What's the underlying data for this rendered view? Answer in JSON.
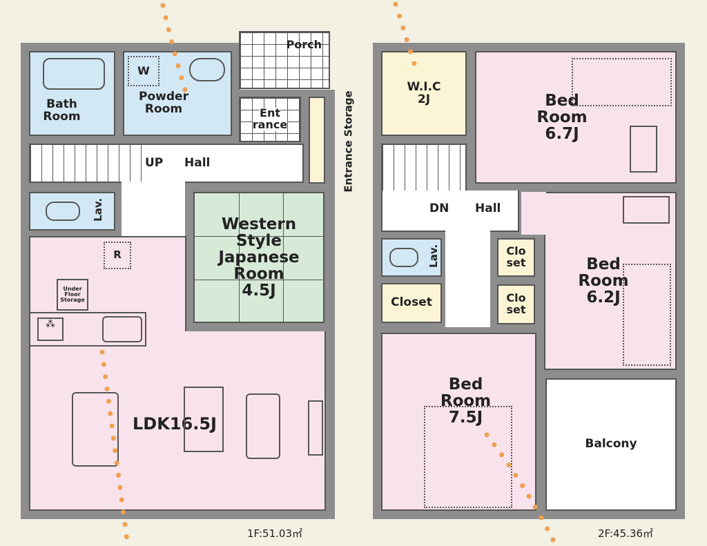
{
  "floor1": {
    "porch": "Porch",
    "entrance": [
      "Ent",
      "rance"
    ],
    "entrance_storage": "Entrance Storage",
    "bath": [
      "Bath",
      "Room"
    ],
    "powder": [
      "Powder",
      "Room"
    ],
    "washer": "W",
    "up": "UP",
    "hall": "Hall",
    "lav": "Lav.",
    "western": [
      "Western",
      "Style",
      "Japanese",
      "Room",
      "4.5J"
    ],
    "fridge": "R",
    "under_floor": [
      "Under",
      "Floor",
      "Storage"
    ],
    "ldk": "LDK16.5J",
    "area": "1F:51.03㎡"
  },
  "floor2": {
    "wic": [
      "W.I.C",
      "2J"
    ],
    "bed1": [
      "Bed",
      "Room",
      "6.7J"
    ],
    "dn": "DN",
    "hall": "Hall",
    "lav": "Lav.",
    "closet": "Closet",
    "clo< set": null,
    "closet_a": [
      "Clo",
      "set"
    ],
    "closet_b": [
      "Clo",
      "set"
    ],
    "bed2": [
      "Bed",
      "Room",
      "6.2J"
    ],
    "bed3": [
      "Bed",
      "Room",
      "7.5J"
    ],
    "balcony": "Balcony",
    "area": "2F:45.36㎡"
  },
  "colors": {
    "wall": "#8d8d8d",
    "wet": "#d3e8f5",
    "living": "#f8e3ec",
    "tatami": "#d7ead8",
    "storage": "#fbf5d6",
    "path": "#f0a050"
  }
}
